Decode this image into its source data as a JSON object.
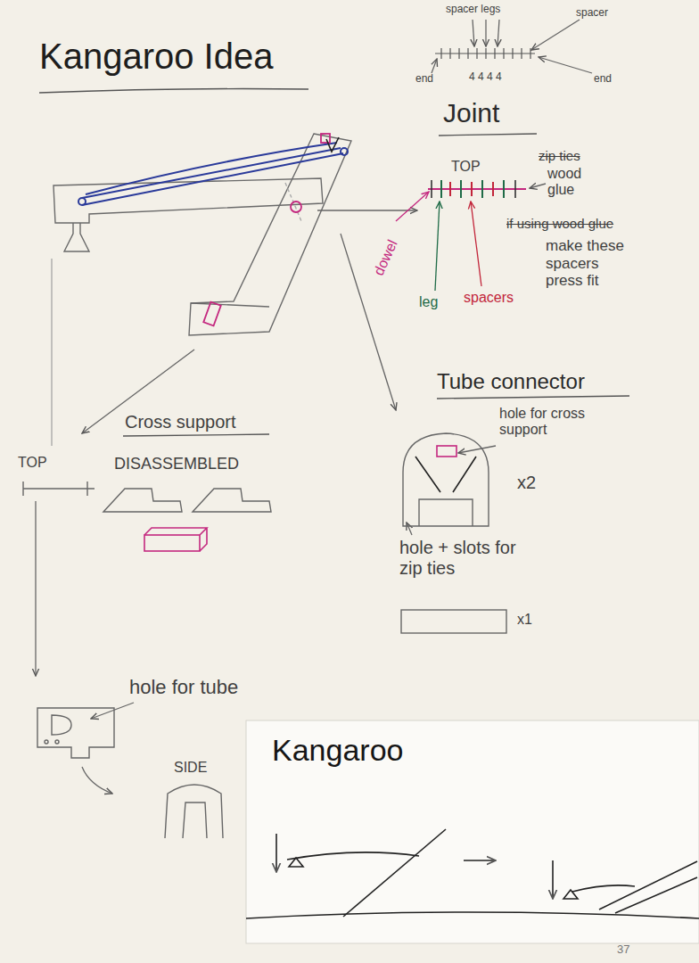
{
  "diagram": {
    "title": "Kangaroo Idea",
    "labels": [
      "spacer legs",
      "spacer",
      "end",
      "4 4 4 4",
      "end",
      "Joint",
      "TOP",
      "zip ties",
      "wood glue",
      "dowel",
      "leg",
      "spacers",
      "if using wood glue",
      "make these spacers press fit",
      "Tube connector",
      "hole for cross support",
      "x2",
      "hole + slots for zip ties",
      "x1",
      "Cross support",
      "TOP",
      "DISASSEMBLED",
      "hole for tube",
      "SIDE",
      "Kangaroo",
      "37"
    ]
  }
}
